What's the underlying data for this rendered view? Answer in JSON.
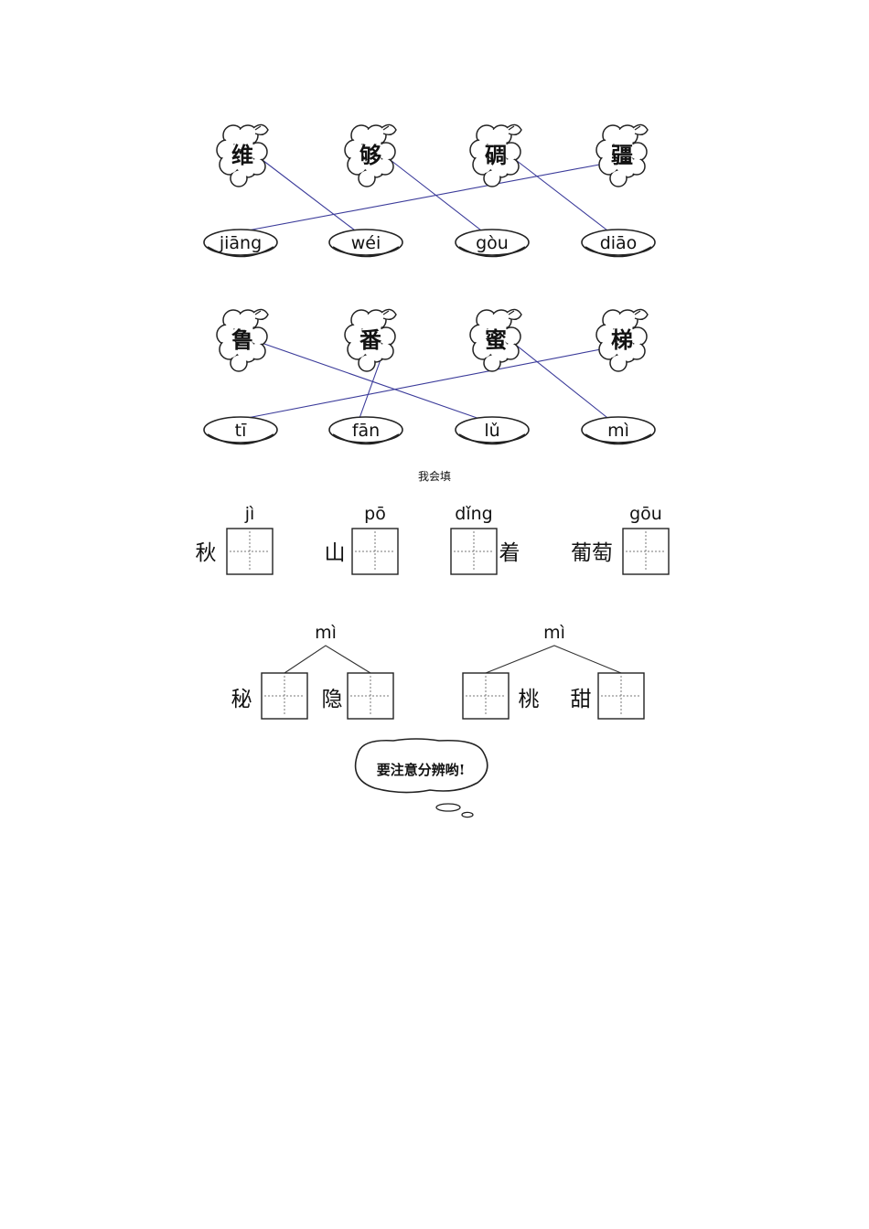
{
  "matching": {
    "row1": {
      "grapes": [
        "维",
        "够",
        "碉",
        "疆"
      ],
      "plates": [
        "jiāng",
        "wéi",
        "gòu",
        "diāo"
      ]
    },
    "row2": {
      "grapes": [
        "鲁",
        "番",
        "蜜",
        "梯"
      ],
      "plates": [
        "tī",
        "fān",
        "lǔ",
        "mì"
      ]
    }
  },
  "fill_section": {
    "title": "我会填",
    "row1": [
      {
        "pinyin": "jì",
        "before": "秋",
        "after": ""
      },
      {
        "pinyin": "pō",
        "before": "山",
        "after": ""
      },
      {
        "pinyin": "dǐng",
        "before": "",
        "after": "着"
      },
      {
        "pinyin": "gōu",
        "before": "葡萄",
        "after": ""
      }
    ],
    "row2": [
      {
        "pinyin": "mì",
        "left_word": "秘",
        "right_word": "隐"
      },
      {
        "pinyin": "mì",
        "left_word": "桃",
        "right_word": "甜"
      }
    ]
  },
  "bubble": {
    "text": "要注意分辨哟!"
  }
}
